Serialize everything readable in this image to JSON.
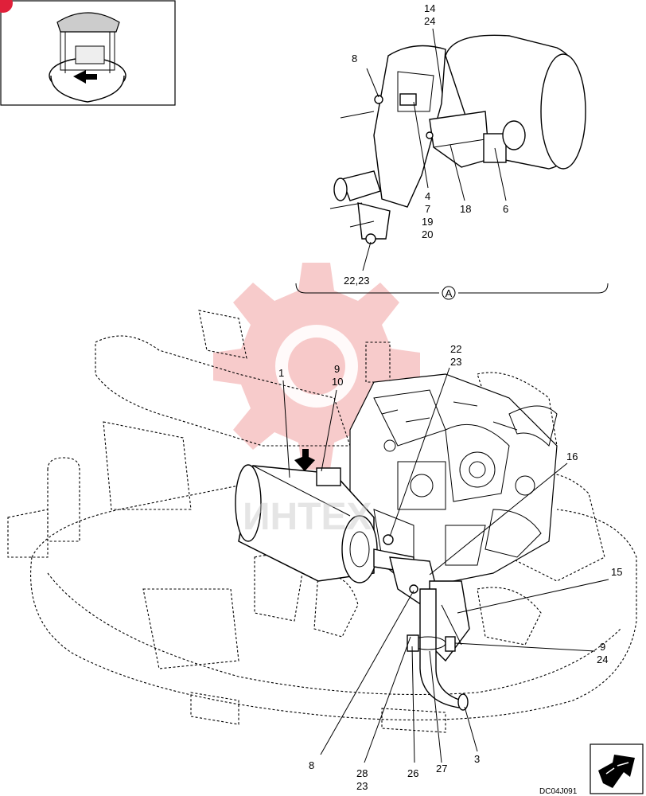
{
  "drawing_code": "DC04J091",
  "detail_marker": "A",
  "watermark_text": "ИНТЕХ",
  "labels": {
    "l_14": "14",
    "l_24a": "24",
    "l_8a": "8",
    "l_4": "4",
    "l_7": "7",
    "l_19": "19",
    "l_20": "20",
    "l_18": "18",
    "l_6": "6",
    "l_2223a": "22,23",
    "l_1": "1",
    "l_9a": "9",
    "l_10": "10",
    "l_22": "22",
    "l_23a": "23",
    "l_16": "16",
    "l_15": "15",
    "l_9b": "9",
    "l_24b": "24",
    "l_8b": "8",
    "l_28": "28",
    "l_23b": "23",
    "l_26": "26",
    "l_27": "27",
    "l_3": "3"
  }
}
